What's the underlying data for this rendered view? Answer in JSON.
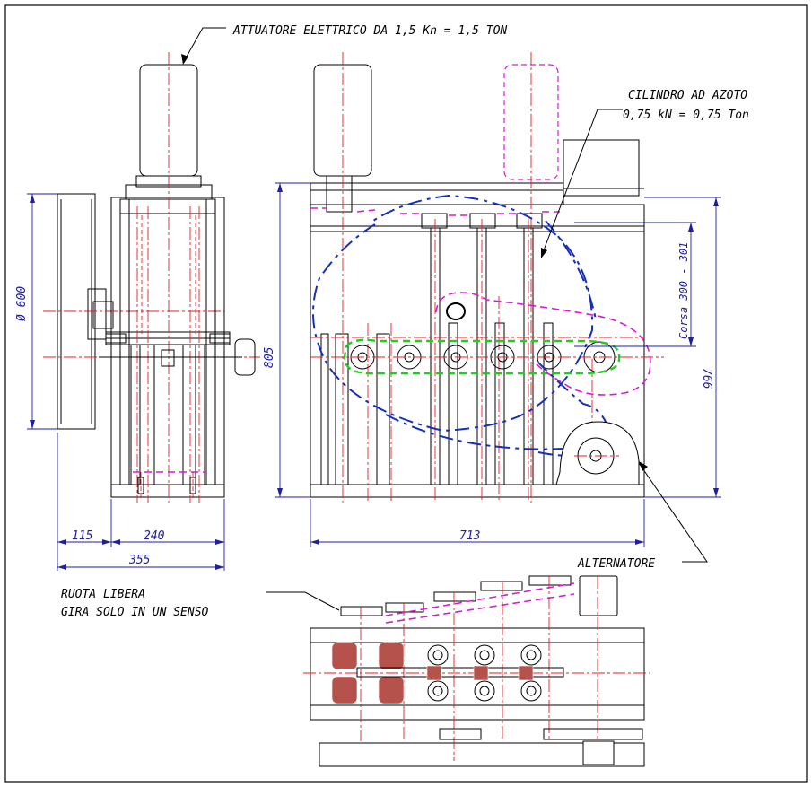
{
  "labels": {
    "actuator": "ATTUATORE ELETTRICO DA 1,5 Kn = 1,5 TON",
    "cylinder_line1": "CILINDRO AD AZOTO",
    "cylinder_line2": "0,75 kN = 0,75 Ton",
    "alternator": "ALTERNATORE",
    "freewheel_line1": "RUOTA LIBERA",
    "freewheel_line2": "GIRA SOLO IN UN SENSO"
  },
  "dimensions": {
    "diameter": "Ø 600",
    "height_left": "805",
    "height_right": "766",
    "stroke": "Corsa 300 - 301",
    "width_115": "115",
    "width_240": "240",
    "width_355": "355",
    "width_713": "713"
  }
}
